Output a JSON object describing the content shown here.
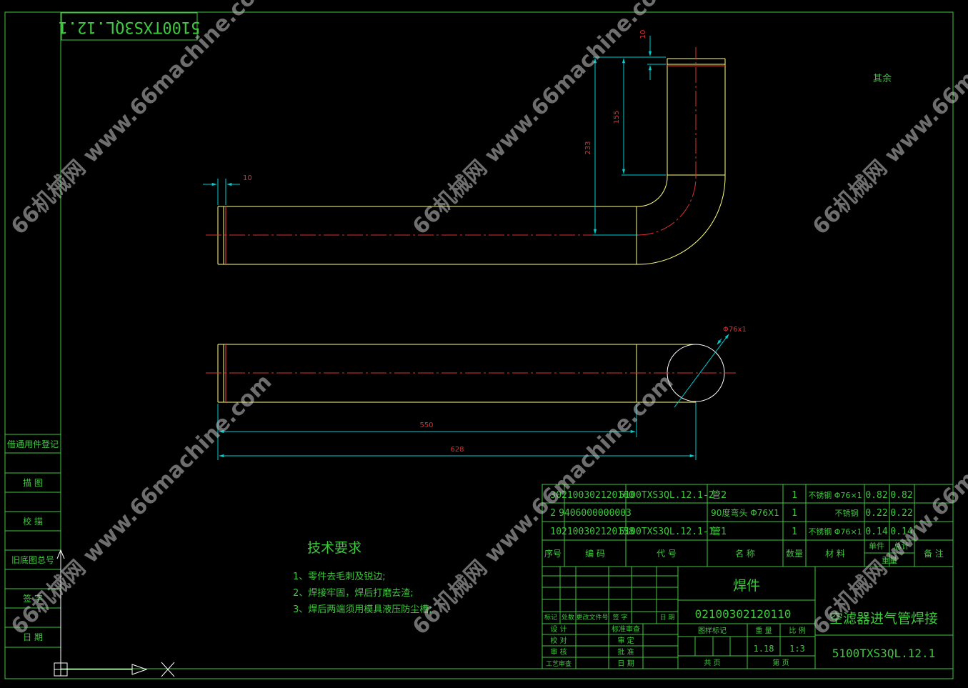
{
  "title_stamp": "5100TXS3QL.12.1",
  "roughness_note": "其余",
  "dimensions": {
    "d10_top": "10",
    "d233": "233",
    "d155": "155",
    "d10_left": "10",
    "d550": "550",
    "d628": "628",
    "diameter": "Φ76x1"
  },
  "side_labels": [
    "借通用件登记",
    "描 图",
    "校 描",
    "旧底图总号",
    "签 字",
    "日 期"
  ],
  "tech_requirements": {
    "title": "技术要求",
    "items": [
      "1、零件去毛刺及锐边;",
      "2、焊接牢固，焊后打磨去渣;",
      "3、焊后两端须用模具液压防尘槽;"
    ]
  },
  "bom": {
    "rows": [
      {
        "no": "3",
        "code": "02100302120160",
        "drawing": "5100TXS3QL.12.1-2",
        "name": "管2",
        "qty": "1",
        "material": "不锈钢 Φ76×1",
        "unit_wt": "0.82",
        "total_wt": "0.82",
        "note": ""
      },
      {
        "no": "2",
        "code": "9406000000003",
        "drawing": "",
        "name": "90度弯头 Φ76X1",
        "qty": "1",
        "material": "不锈钢",
        "unit_wt": "0.22",
        "total_wt": "0.22",
        "note": ""
      },
      {
        "no": "1",
        "code": "02100302120158",
        "drawing": "5100TXS3QL.12.1-1",
        "name": "管1",
        "qty": "1",
        "material": "不锈钢 Φ76×1",
        "unit_wt": "0.14",
        "total_wt": "0.14",
        "note": ""
      }
    ],
    "headers": {
      "no": "序号",
      "code": "编 码",
      "drawing": "代 号",
      "name": "名 称",
      "qty": "数量",
      "material": "材 料",
      "unit_wt": "单件",
      "total_wt": "总计",
      "weight_group": "重量",
      "note": "备 注"
    }
  },
  "title_block": {
    "part_type": "焊件",
    "part_code": "02100302120110",
    "part_name": "空滤器进气管焊接",
    "drawing_no": "5100TXS3QL.12.1",
    "weight": "1.18",
    "scale": "1:3",
    "stage_mark": "图样标记",
    "weight_label": "重 量",
    "scale_label": "比 例",
    "sheets_label": "共 页",
    "sheet_label": "第 页",
    "rev_headers": [
      "标记",
      "处数",
      "更改文件号",
      "签 字",
      "日 期"
    ],
    "roles_left": [
      "设 计",
      "校 对",
      "审 核",
      "工艺审查"
    ],
    "roles_right": [
      "标准审查",
      "审 定",
      "批 准",
      "日 期"
    ]
  },
  "watermark": "66机械网 www.66machine.com",
  "colors": {
    "frame": "#3ec83e",
    "outline": "#ffff80",
    "centerline": "#e03030",
    "dimension": "#00d0d0",
    "dim_text": "#e03030"
  }
}
